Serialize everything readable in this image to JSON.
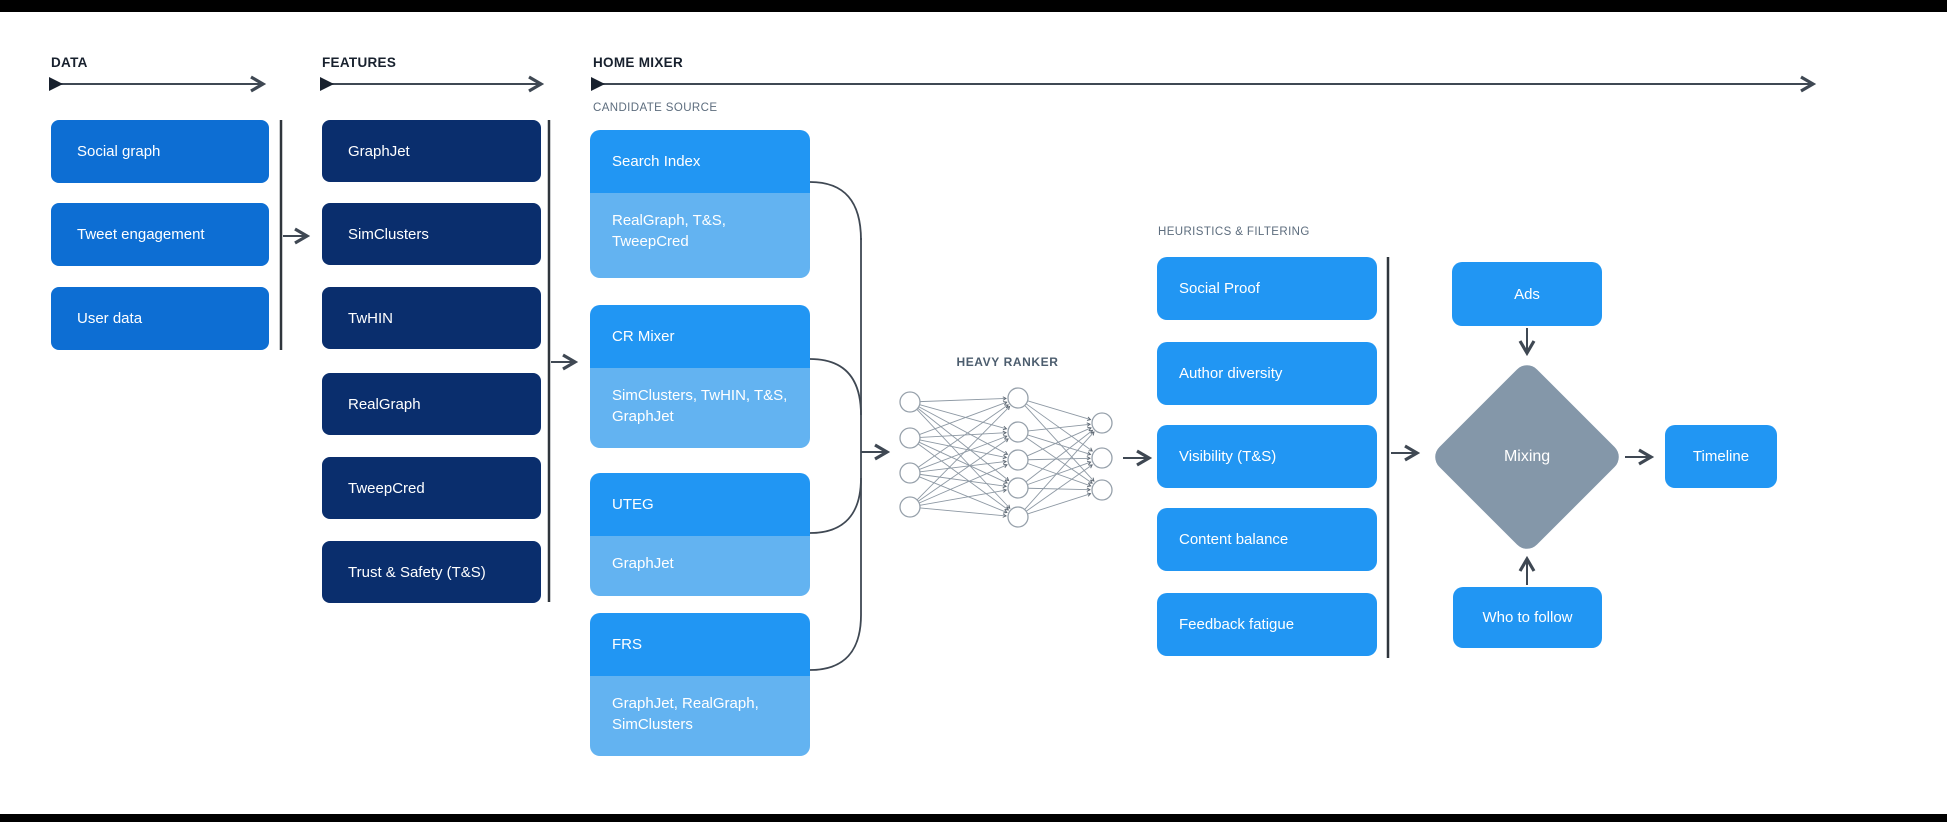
{
  "sections": {
    "data": {
      "label": "DATA",
      "items": [
        "Social graph",
        "Tweet engagement",
        "User data"
      ]
    },
    "features": {
      "label": "FEATURES",
      "items": [
        "GraphJet",
        "SimClusters",
        "TwHIN",
        "RealGraph",
        "TweepCred",
        "Trust & Safety (T&S)"
      ]
    },
    "home_mixer": {
      "label": "HOME MIXER",
      "candidate_source_label": "CANDIDATE SOURCE",
      "candidate_sources": [
        {
          "name": "Search Index",
          "features": "RealGraph, T&S, TweepCred"
        },
        {
          "name": "CR Mixer",
          "features": "SimClusters, TwHIN, T&S, GraphJet"
        },
        {
          "name": "UTEG",
          "features": "GraphJet"
        },
        {
          "name": "FRS",
          "features": "GraphJet, RealGraph, SimClusters"
        }
      ]
    },
    "heavy_ranker": {
      "label": "HEAVY RANKER"
    },
    "heuristics": {
      "label": "HEURISTICS & FILTERING",
      "items": [
        "Social Proof",
        "Author diversity",
        "Visibility (T&S)",
        "Content balance",
        "Feedback fatigue"
      ]
    },
    "mixing": {
      "ads": "Ads",
      "diamond": "Mixing",
      "who_to_follow": "Who to follow",
      "timeline": "Timeline"
    }
  },
  "colors": {
    "data_box": "#0d6ed3",
    "features_box": "#0a2e6d",
    "source_box": "#2196f3",
    "source_sub_box": "#63b3f1",
    "filter_box": "#2196f3",
    "mixing_diamond": "#8497a9",
    "arrow": "#3f4853"
  }
}
